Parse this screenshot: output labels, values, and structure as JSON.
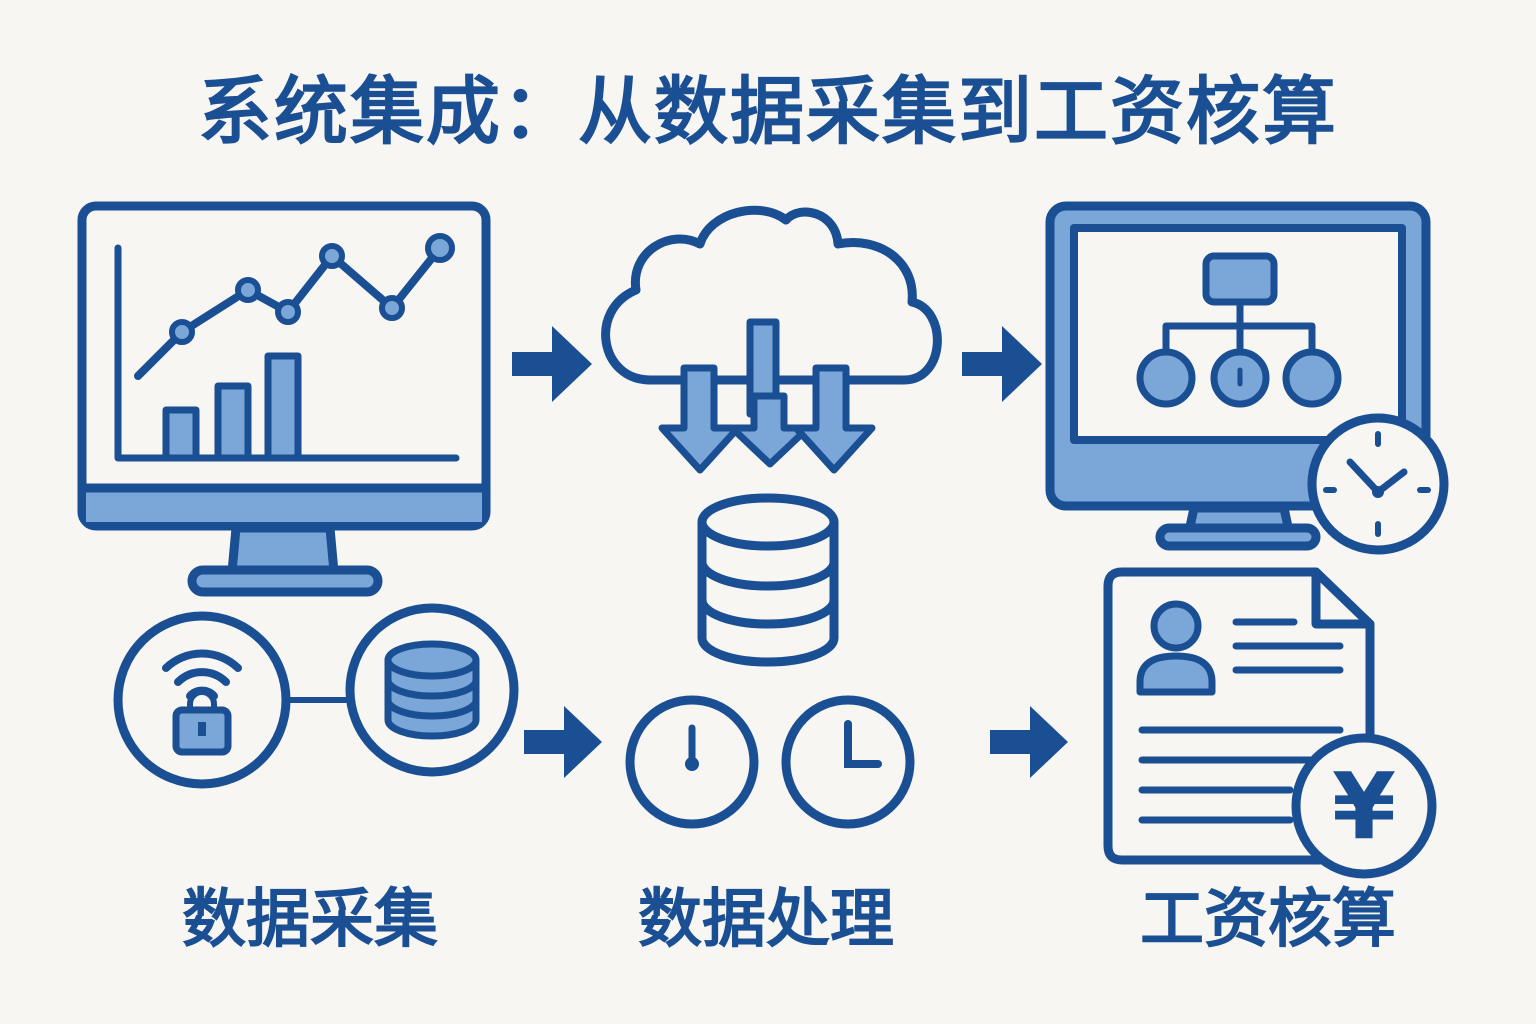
{
  "title": "系统集成：从数据采集到工资核算",
  "stages": [
    {
      "label": "数据采集"
    },
    {
      "label": "数据处理"
    },
    {
      "label": "工资核算"
    }
  ],
  "currency_symbol": "¥",
  "colors": {
    "primary": "#1b4f93",
    "fill": "#7aa6d8",
    "background": "#f7f6f2"
  },
  "icons": [
    "monitor-chart-icon",
    "arrow-right-icon",
    "cloud-download-icon",
    "database-icon",
    "wifi-lock-icon",
    "clock-icon",
    "monitor-org-chart-icon",
    "payroll-document-icon",
    "yen-coin-icon"
  ]
}
